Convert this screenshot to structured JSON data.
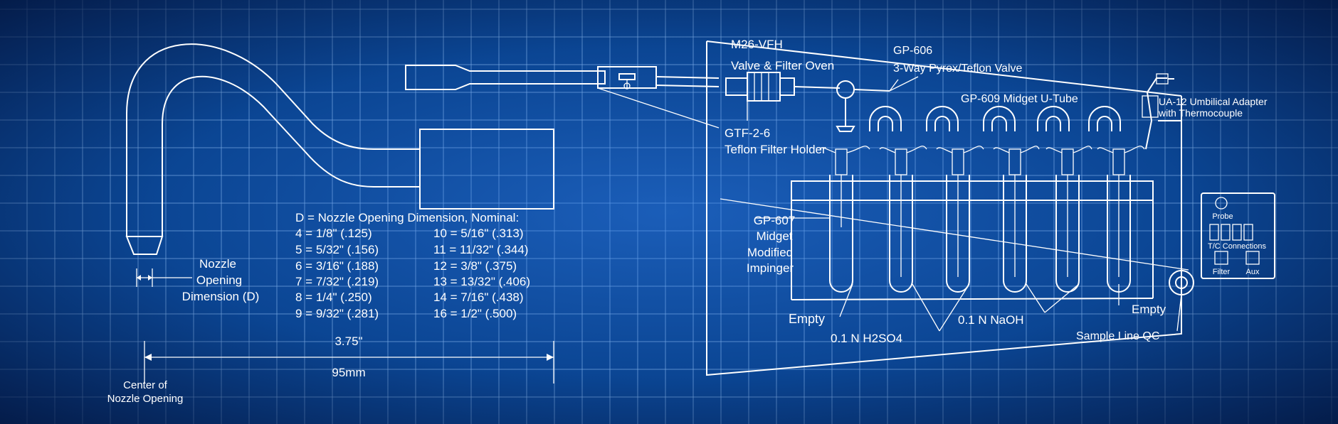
{
  "nozzle": {
    "table_title": "D = Nozzle Opening Dimension, Nominal:",
    "sizes": [
      "4 = 1/8\" (.125)",
      "5 = 5/32\" (.156)",
      "6 = 3/16\" (.188)",
      "7 = 7/32\" (.219)",
      "8 = 1/4\" (.250)",
      "9 = 9/32\" (.281)",
      "10 = 5/16\" (.313)",
      "11 = 11/32\" (.344)",
      "12 = 3/8\" (.375)",
      "13 = 13/32\" (.406)",
      "14 = 7/16\" (.438)",
      "16 = 1/2\" (.500)"
    ],
    "opening_label_1": "Nozzle",
    "opening_label_2": "Opening",
    "opening_label_3": "Dimension (D)",
    "length_in": "3.75\"",
    "length_mm": "95mm",
    "center_label_1": "Center of",
    "center_label_2": "Nozzle Opening"
  },
  "components": {
    "oven_1": "M26-VFH",
    "oven_2": "Valve & Filter Oven",
    "valve_1": "GP-606",
    "valve_2": "3-Way Pyrex/Teflon Valve",
    "utube": "GP-609 Midget U-Tube",
    "umbilical_1": "UA-12 Umbilical Adapter",
    "umbilical_2": "with Thermocouple",
    "filter_1": "GTF-2-6",
    "filter_2": "Teflon Filter Holder",
    "impinger_1": "GP-607",
    "impinger_2": "Midget",
    "impinger_3": "Modified",
    "impinger_4": "Impinger",
    "empty_left": "Empty",
    "empty_right": "Empty",
    "h2so4": "0.1 N H2SO4",
    "naoh": "0.1 N NaOH",
    "sample_line": "Sample Line QC"
  },
  "panel": {
    "probe": "Probe",
    "tc": "T/C Connections",
    "filter": "Filter",
    "aux": "Aux"
  }
}
